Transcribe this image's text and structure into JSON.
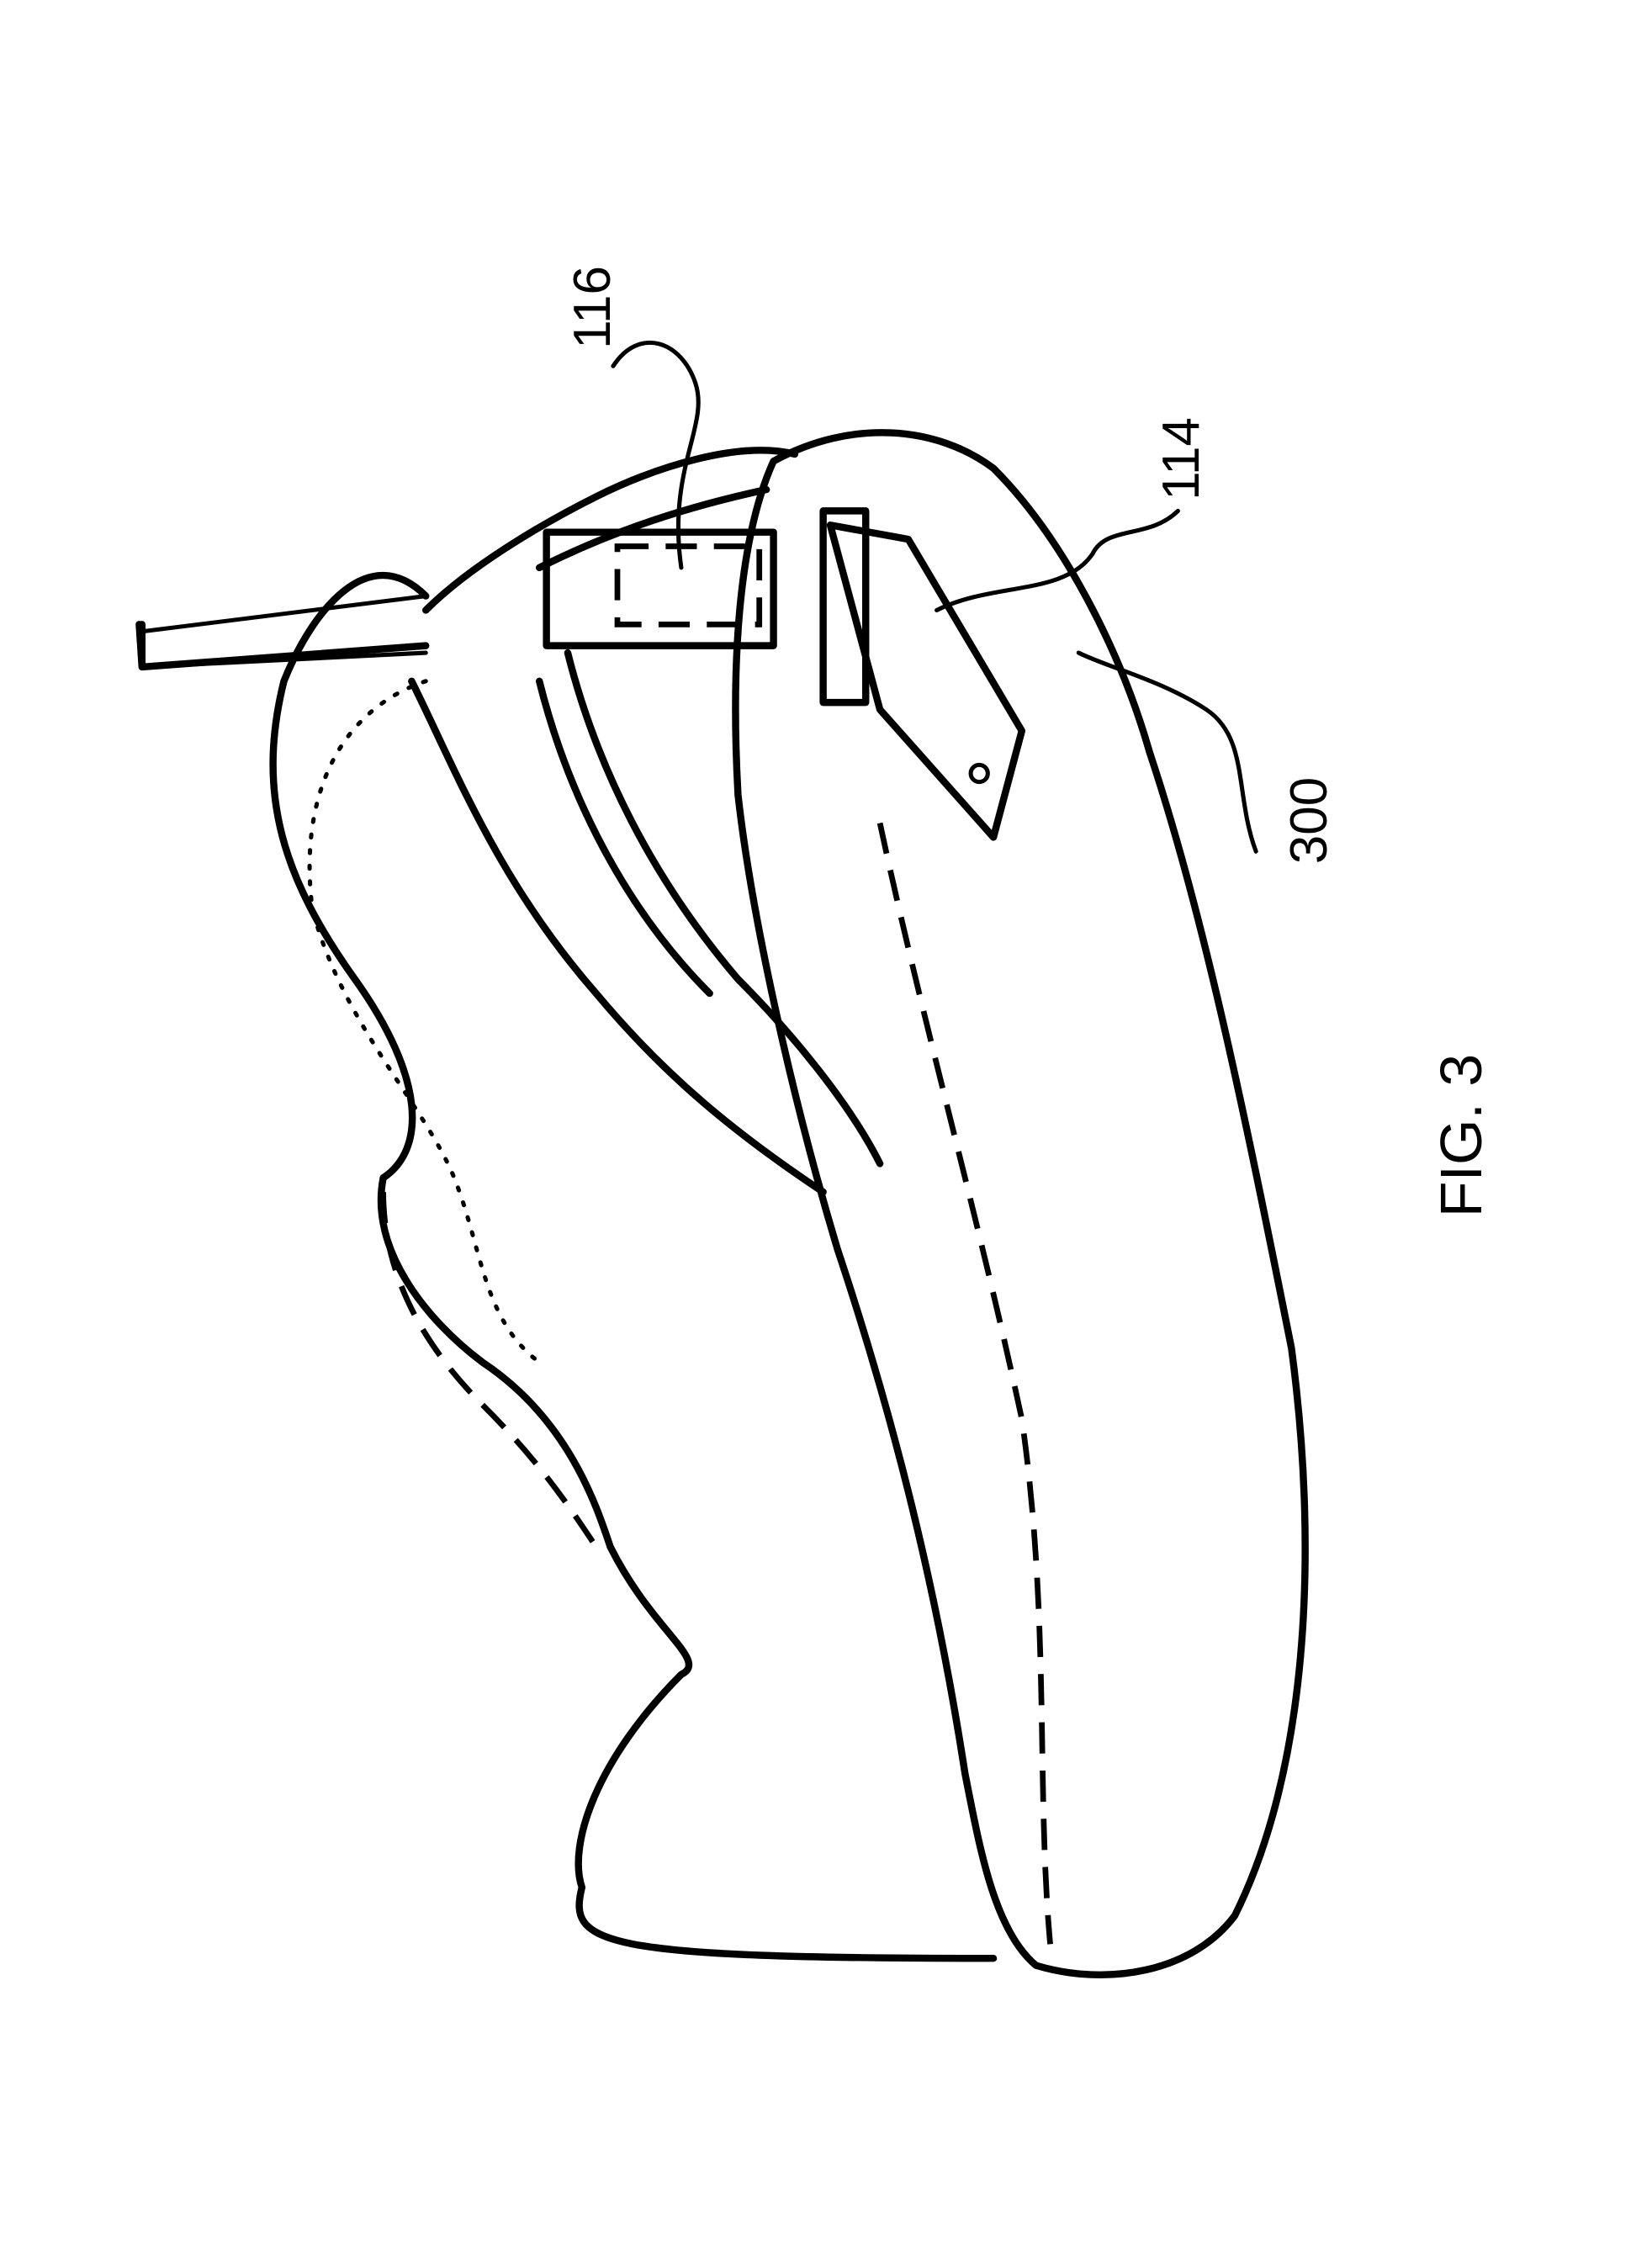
{
  "figure": {
    "title": "FIG. 3",
    "labels": {
      "strap_component": "116",
      "plate_component": "114",
      "sole": "300"
    }
  }
}
